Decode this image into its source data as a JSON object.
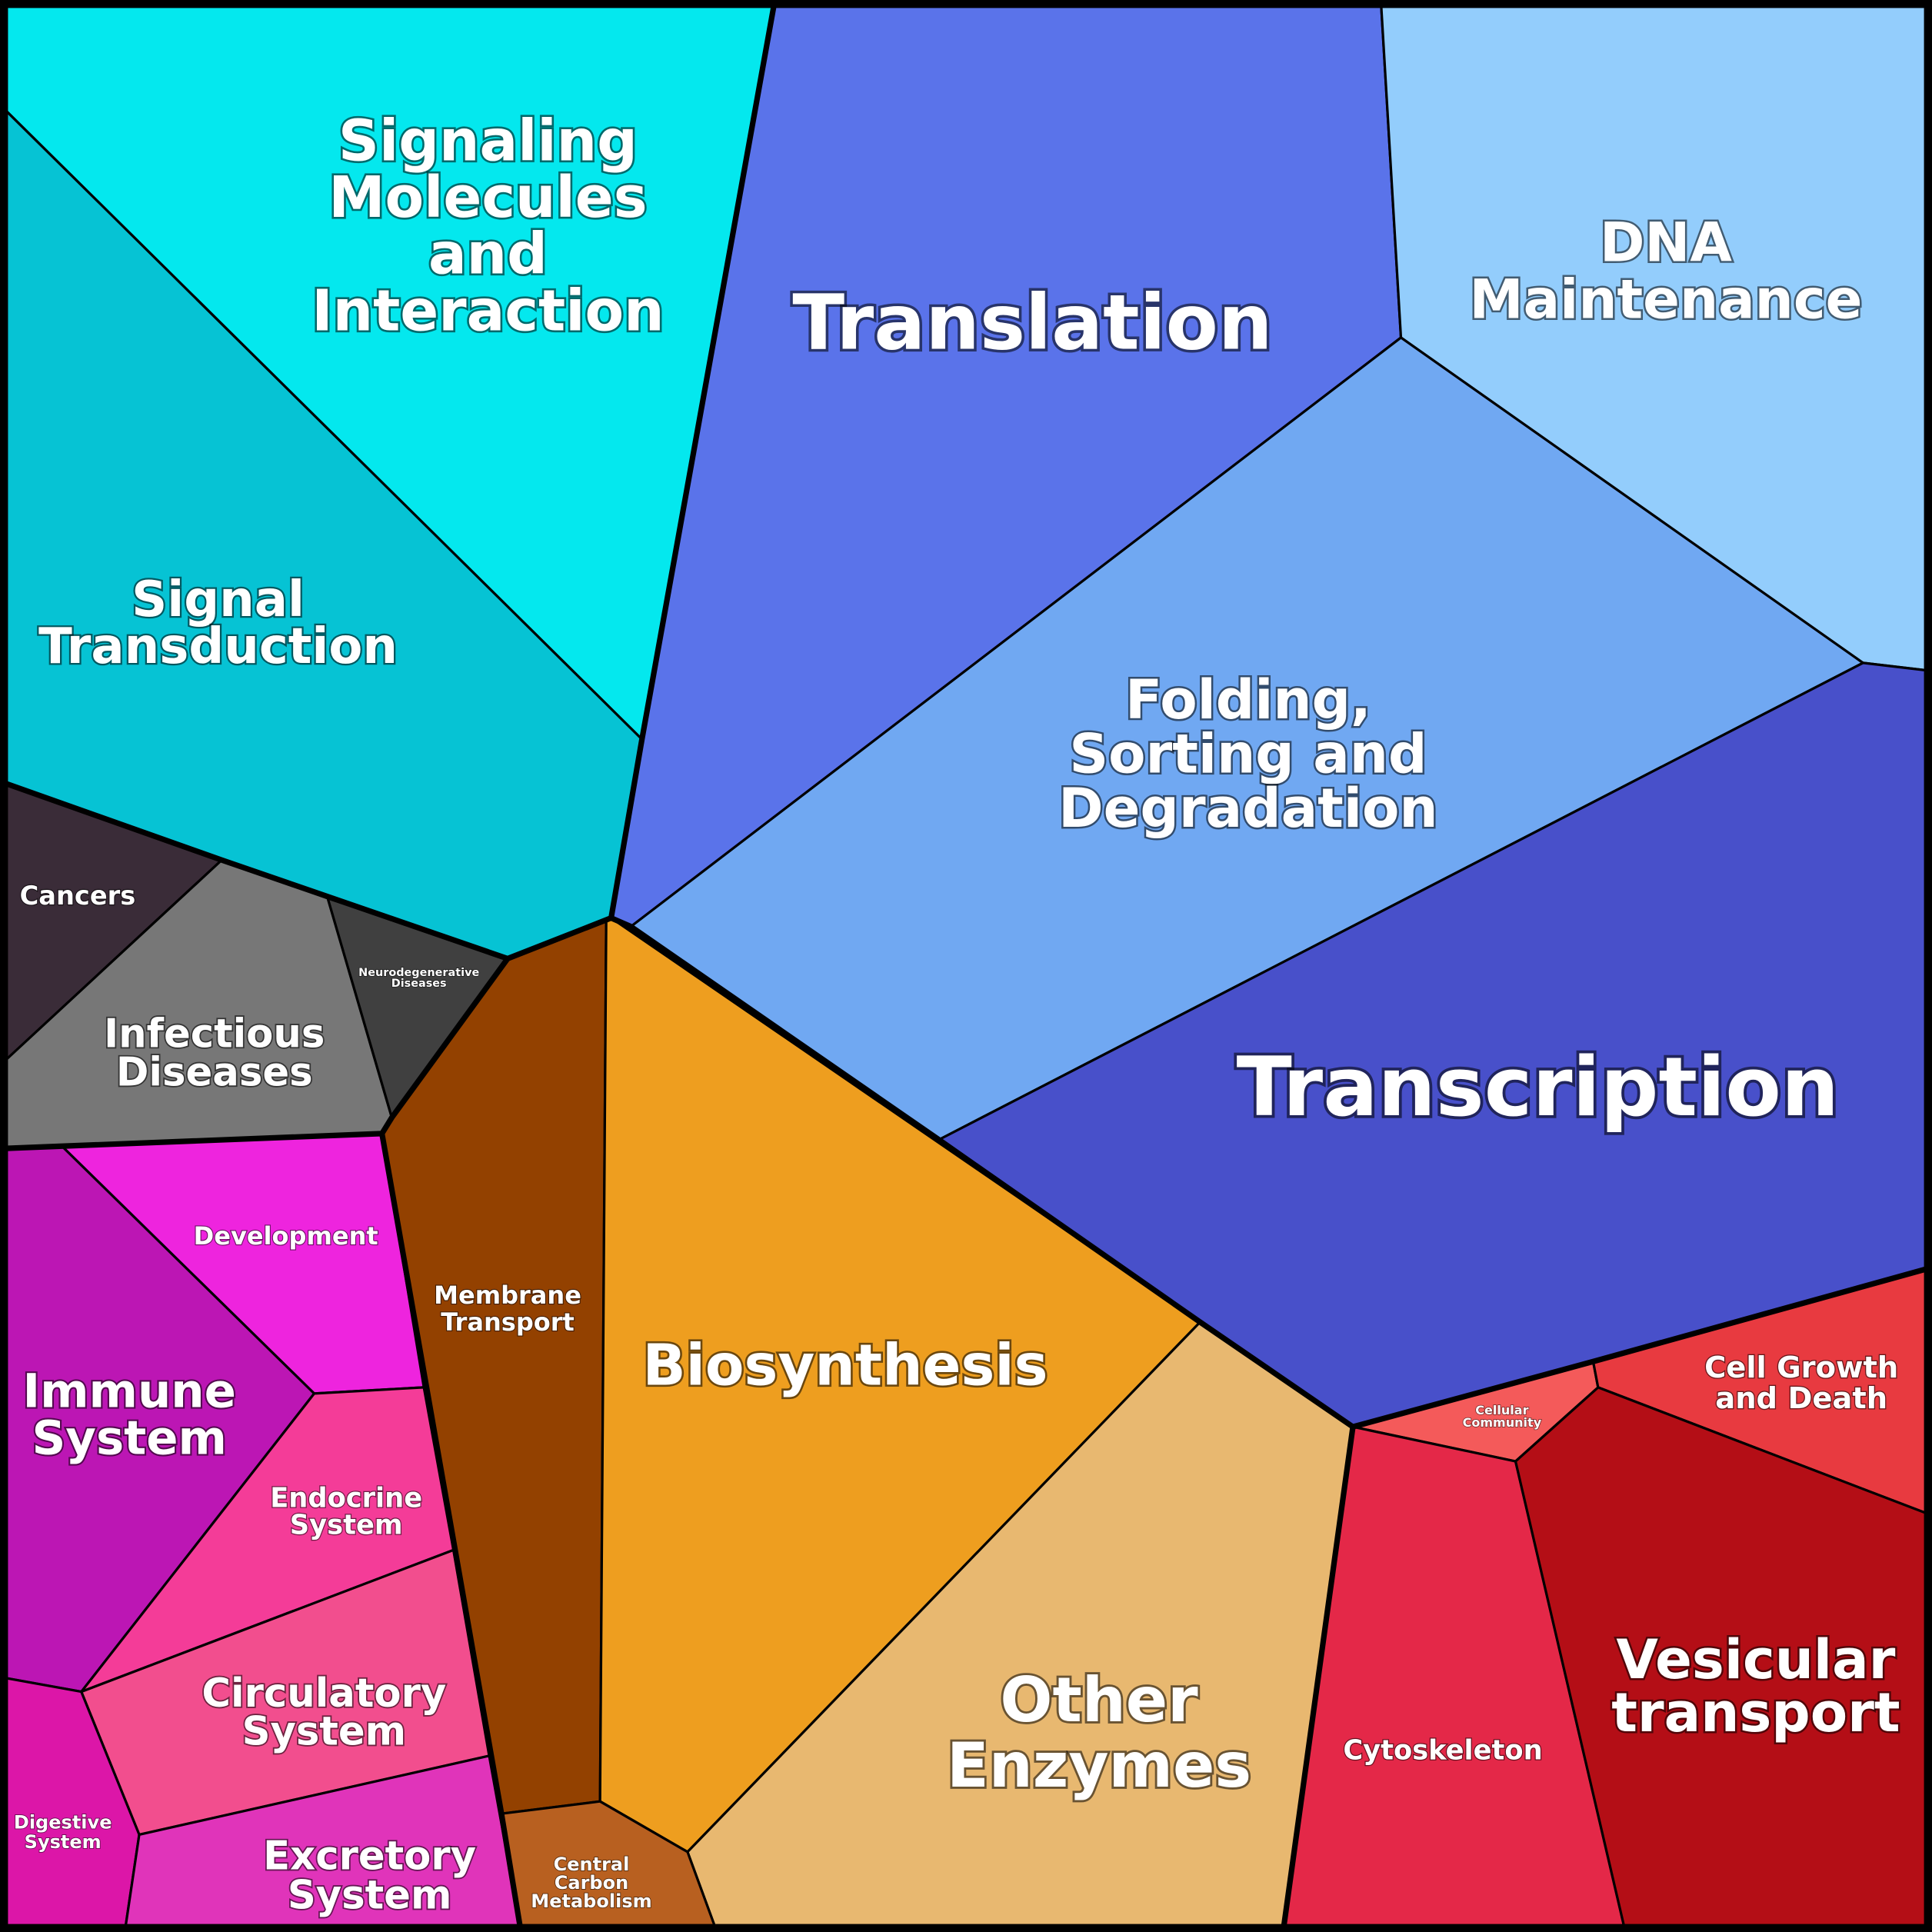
{
  "chart_data": {
    "type": "voronoi-treemap",
    "title": "",
    "cells": [
      {
        "id": "signaling-molecules",
        "label": [
          "Signaling",
          "Molecules",
          "and",
          "Interaction"
        ],
        "color": "#04E8EE"
      },
      {
        "id": "signal-transduction",
        "label": [
          "Signal",
          "Transduction"
        ],
        "color": "#06C3D4"
      },
      {
        "id": "translation",
        "label": [
          "Translation"
        ],
        "color": "#5A73EA"
      },
      {
        "id": "dna-maintenance",
        "label": [
          "DNA",
          "Maintenance"
        ],
        "color": "#93CDFC"
      },
      {
        "id": "folding",
        "label": [
          "Folding,",
          "Sorting and",
          "Degradation"
        ],
        "color": "#70A8F2"
      },
      {
        "id": "transcription",
        "label": [
          "Transcription"
        ],
        "color": "#4850CA"
      },
      {
        "id": "cancers",
        "label": [
          "Cancers"
        ],
        "color": "#3A2C38"
      },
      {
        "id": "infectious-diseases",
        "label": [
          "Infectious",
          "Diseases"
        ],
        "color": "#777777"
      },
      {
        "id": "neurodegenerative-diseases",
        "label": [
          "Neurodegenerative",
          "Diseases"
        ],
        "color": "#404040"
      },
      {
        "id": "membrane-transport",
        "label": [
          "Membrane",
          "Transport"
        ],
        "color": "#934100"
      },
      {
        "id": "biosynthesis",
        "label": [
          "Biosynthesis"
        ],
        "color": "#EE9E1F"
      },
      {
        "id": "other-enzymes",
        "label": [
          "Other",
          "Enzymes"
        ],
        "color": "#E8B870"
      },
      {
        "id": "central-carbon-metabolism",
        "label": [
          "Central",
          "Carbon",
          "Metabolism"
        ],
        "color": "#B86020"
      },
      {
        "id": "development",
        "label": [
          "Development"
        ],
        "color": "#EE24DE"
      },
      {
        "id": "immune-system",
        "label": [
          "Immune",
          "System"
        ],
        "color": "#BC16B4"
      },
      {
        "id": "endocrine-system",
        "label": [
          "Endocrine",
          "System"
        ],
        "color": "#F43C98"
      },
      {
        "id": "circulatory-system",
        "label": [
          "Circulatory",
          "System"
        ],
        "color": "#F24E8E"
      },
      {
        "id": "digestive-system",
        "label": [
          "Digestive",
          "System"
        ],
        "color": "#DC16A8"
      },
      {
        "id": "excretory-system",
        "label": [
          "Excretory",
          "System"
        ],
        "color": "#E034BA"
      },
      {
        "id": "cellular-community",
        "label": [
          "Cellular",
          "Community"
        ],
        "color": "#F45A5A"
      },
      {
        "id": "cell-growth-and-death",
        "label": [
          "Cell Growth",
          "and Death"
        ],
        "color": "#E83A40"
      },
      {
        "id": "cytoskeleton",
        "label": [
          "Cytoskeleton"
        ],
        "color": "#E42848"
      },
      {
        "id": "vesicular-transport",
        "label": [
          "Vesicular",
          "transport"
        ],
        "color": "#B40E16"
      }
    ]
  }
}
